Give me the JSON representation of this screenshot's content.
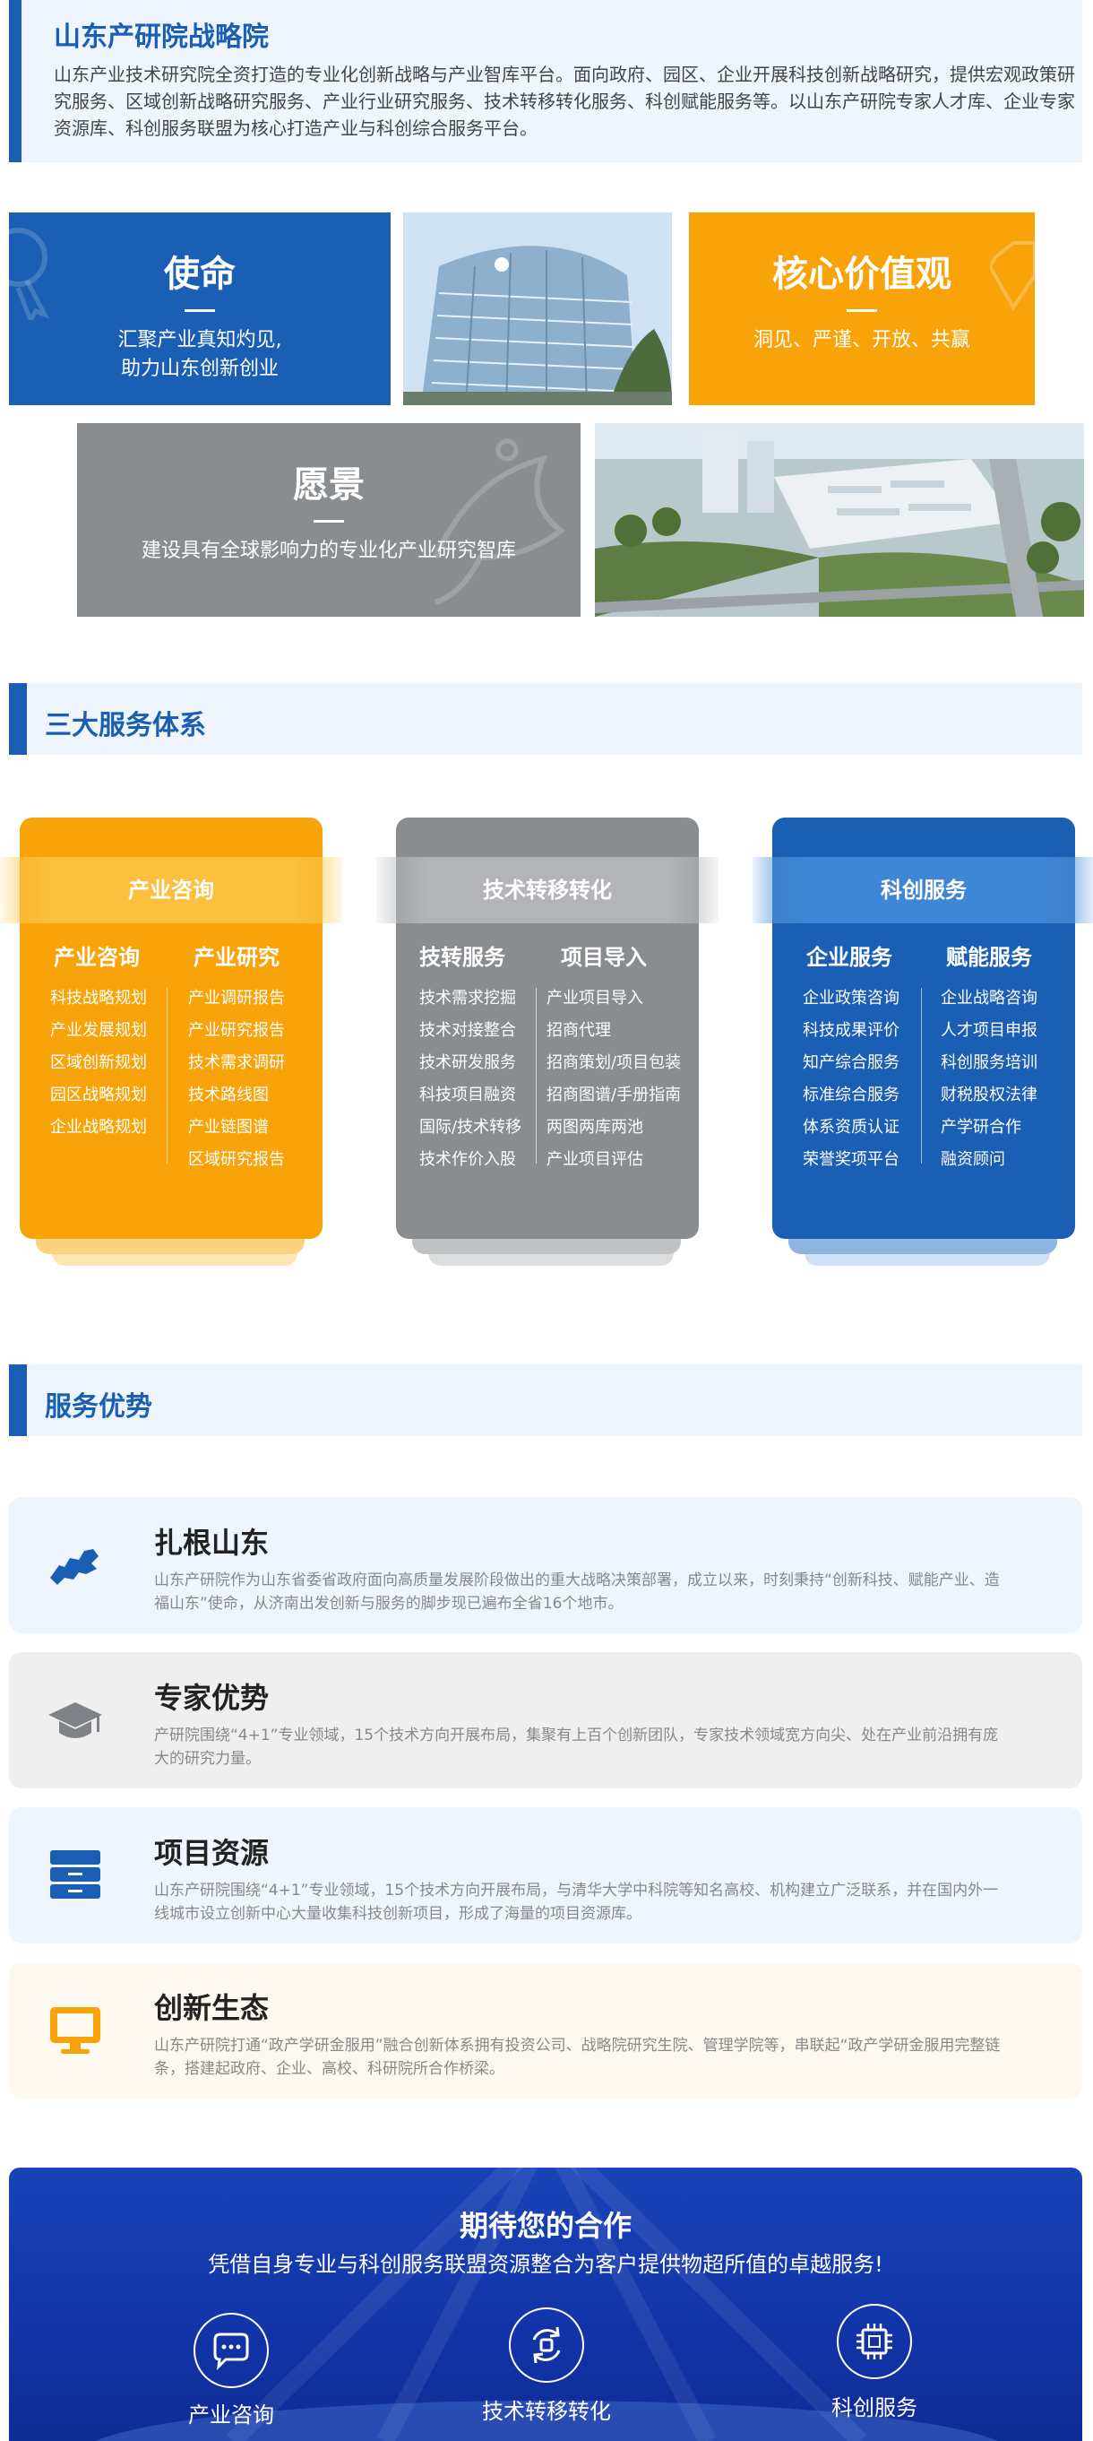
{
  "intro": {
    "title": "山东产研院战略院",
    "text": "山东产业技术研究院全资打造的专业化创新战略与产业智库平台。面向政府、园区、企业开展科技创新战略研究，提供宏观政策研究服务、区域创新战略研究服务、产业行业研究服务、技术转移转化服务、科创赋能服务等。以山东产研院专家人才库、企业专家资源库、科创服务联盟为核心打造产业与科创综合服务平台。"
  },
  "cards": {
    "mission": {
      "title": "使命",
      "text1": "汇聚产业真知灼见,",
      "text2": "助力山东创新创业"
    },
    "values": {
      "title": "核心价值观",
      "text": "洞见、严谨、开放、共赢"
    },
    "vision": {
      "title": "愿景",
      "text": "建设具有全球影响力的专业化产业研究智库"
    }
  },
  "services": {
    "title": "三大服务体系",
    "columns": [
      {
        "ribbon": "产业咨询",
        "color": "#f7a309",
        "left": {
          "title": "产业咨询",
          "items": [
            "科技战略规划",
            "产业发展规划",
            "区域创新规划",
            "园区战略规划",
            "企业战略规划"
          ]
        },
        "right": {
          "title": "产业研究",
          "items": [
            "产业调研报告",
            "产业研究报告",
            "技术需求调研",
            "技术路线图",
            "产业链图谱",
            "区域研究报告"
          ]
        }
      },
      {
        "ribbon": "技术转移转化",
        "color": "#8a8d90",
        "left": {
          "title": "技转服务",
          "items": [
            "技术需求挖掘",
            "技术对接整合",
            "技术研发服务",
            "科技项目融资",
            "国际/技术转移",
            "技术作价入股"
          ]
        },
        "right": {
          "title": "项目导入",
          "items": [
            "产业项目导入",
            "招商代理",
            "招商策划/项目包装",
            "招商图谱/手册指南",
            "两图两库两池",
            "产业项目评估"
          ]
        }
      },
      {
        "ribbon": "科创服务",
        "color": "#1a5fb4",
        "left": {
          "title": "企业服务",
          "items": [
            "企业政策咨询",
            "科技成果评价",
            "知产综合服务",
            "标准综合服务",
            "体系资质认证",
            "荣誉奖项平台"
          ]
        },
        "right": {
          "title": "赋能服务",
          "items": [
            "企业战略咨询",
            "人才项目申报",
            "科创服务培训",
            "财税股权法律",
            "产学研合作",
            "融资顾问"
          ]
        }
      }
    ]
  },
  "advantages": {
    "title": "服务优势",
    "items": [
      {
        "title": "扎根山东",
        "text": "山东产研院作为山东省委省政府面向高质量发展阶段做出的重大战略决策部署，成立以来，时刻秉持“创新科技、赋能产业、造福山东”使命，从济南出发创新与服务的脚步现已遍布全省16个地市。",
        "bg": "#eef5fd",
        "icon": "shandong-map-icon"
      },
      {
        "title": "专家优势",
        "text": "产研院围绕“4+1”专业领域，15个技术方向开展布局，集聚有上百个创新团队，专家技术领域宽方向尖、处在产业前沿拥有庞大的研究力量。",
        "bg": "#efefef",
        "icon": "graduation-cap-icon"
      },
      {
        "title": "项目资源",
        "text": "山东产研院围绕“4+1”专业领域，15个技术方向开展布局，与清华大学中科院等知名高校、机构建立广泛联系，并在国内外一线城市设立创新中心大量收集科技创新项目，形成了海量的项目资源库。",
        "bg": "#eef5fd",
        "icon": "file-cabinet-icon"
      },
      {
        "title": "创新生态",
        "text": "山东产研院打通“政产学研金服用”融合创新体系拥有投资公司、战略院研究生院、管理学院等，串联起“政产学研金服用完整链条，搭建起政府、企业、高校、科研院所合作桥梁。",
        "bg": "#fdf9f1",
        "icon": "monitor-icon"
      }
    ]
  },
  "footer": {
    "title": "期待您的合作",
    "subtitle": "凭借自身专业与科创服务联盟资源整合为客户提供物超所值的卓越服务!",
    "items": [
      {
        "label": "产业咨询",
        "icon": "chat-bubble-icon"
      },
      {
        "label": "技术转移转化",
        "icon": "transfer-cycle-icon"
      },
      {
        "label": "科创服务",
        "icon": "chip-icon"
      }
    ]
  }
}
